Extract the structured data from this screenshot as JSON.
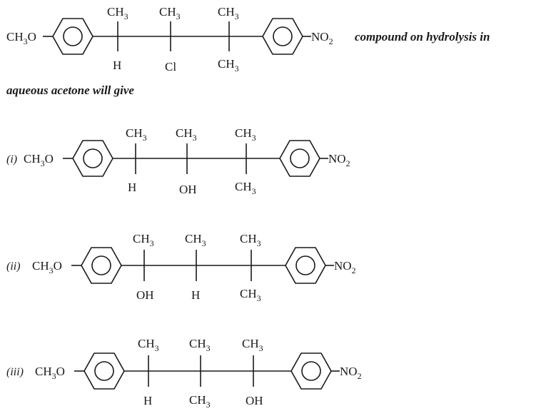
{
  "question": {
    "line1": "compound on hydrolysis in",
    "line2": "aqueous acetone will give"
  },
  "groups": {
    "ch": "CH",
    "sub3": "3",
    "o": "O",
    "dash_o": "O",
    "no": "NO",
    "sub2": "2",
    "h": "H",
    "cl": "Cl",
    "oh": "OH"
  },
  "options": [
    {
      "label": "(i)"
    },
    {
      "label": "(ii)"
    },
    {
      "label": "(iii)"
    }
  ]
}
